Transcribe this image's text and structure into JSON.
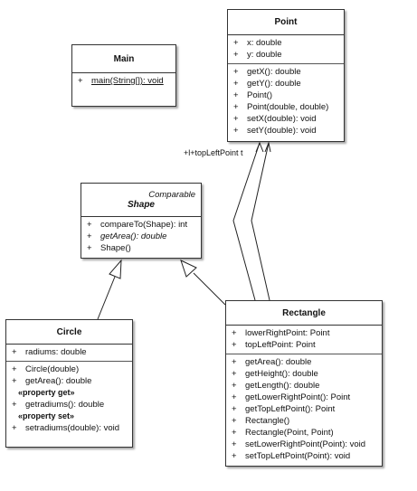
{
  "classes": {
    "main": {
      "name": "Main",
      "ops": [
        {
          "vis": "+",
          "text": "main(String[]): void"
        }
      ]
    },
    "point": {
      "name": "Point",
      "attrs": [
        {
          "vis": "+",
          "text": "x: double"
        },
        {
          "vis": "+",
          "text": "y: double"
        }
      ],
      "ops": [
        {
          "vis": "+",
          "text": "getX(): double"
        },
        {
          "vis": "+",
          "text": "getY(): double"
        },
        {
          "vis": "+",
          "text": "Point()"
        },
        {
          "vis": "+",
          "text": "Point(double, double)"
        },
        {
          "vis": "+",
          "text": "setX(double): void"
        },
        {
          "vis": "+",
          "text": "setY(double): void"
        }
      ]
    },
    "shape": {
      "stereotype": "Comparable",
      "name": "Shape",
      "ops": [
        {
          "vis": "+",
          "text": "compareTo(Shape): int"
        },
        {
          "vis": "+",
          "text": "getArea(): double"
        },
        {
          "vis": "+",
          "text": "Shape()"
        }
      ]
    },
    "circle": {
      "name": "Circle",
      "attrs": [
        {
          "vis": "+",
          "text": "radiums: double"
        }
      ],
      "ops": [
        {
          "vis": "+",
          "text": "Circle(double)"
        },
        {
          "vis": "+",
          "text": "getArea(): double"
        },
        {
          "group": "«property get»"
        },
        {
          "vis": "+",
          "text": "getradiums(): double"
        },
        {
          "group": "«property set»"
        },
        {
          "vis": "+",
          "text": "setradiums(double): void"
        }
      ]
    },
    "rectangle": {
      "name": "Rectangle",
      "attrs": [
        {
          "vis": "+",
          "text": "lowerRightPoint: Point"
        },
        {
          "vis": "+",
          "text": "topLeftPoint: Point"
        }
      ],
      "ops": [
        {
          "vis": "+",
          "text": "getArea(): double"
        },
        {
          "vis": "+",
          "text": "getHeight(): double"
        },
        {
          "vis": "+",
          "text": "getLength(): double"
        },
        {
          "vis": "+",
          "text": "getLowerRightPoint(): Point"
        },
        {
          "vis": "+",
          "text": "getTopLeftPoint(): Point"
        },
        {
          "vis": "+",
          "text": "Rectangle()"
        },
        {
          "vis": "+",
          "text": "Rectangle(Point, Point)"
        },
        {
          "vis": "+",
          "text": "setLowerRightPoint(Point): void"
        },
        {
          "vis": "+",
          "text": "setTopLeftPoint(Point): void"
        }
      ]
    }
  },
  "associations": {
    "label": "+l+topLeftPoint t"
  }
}
